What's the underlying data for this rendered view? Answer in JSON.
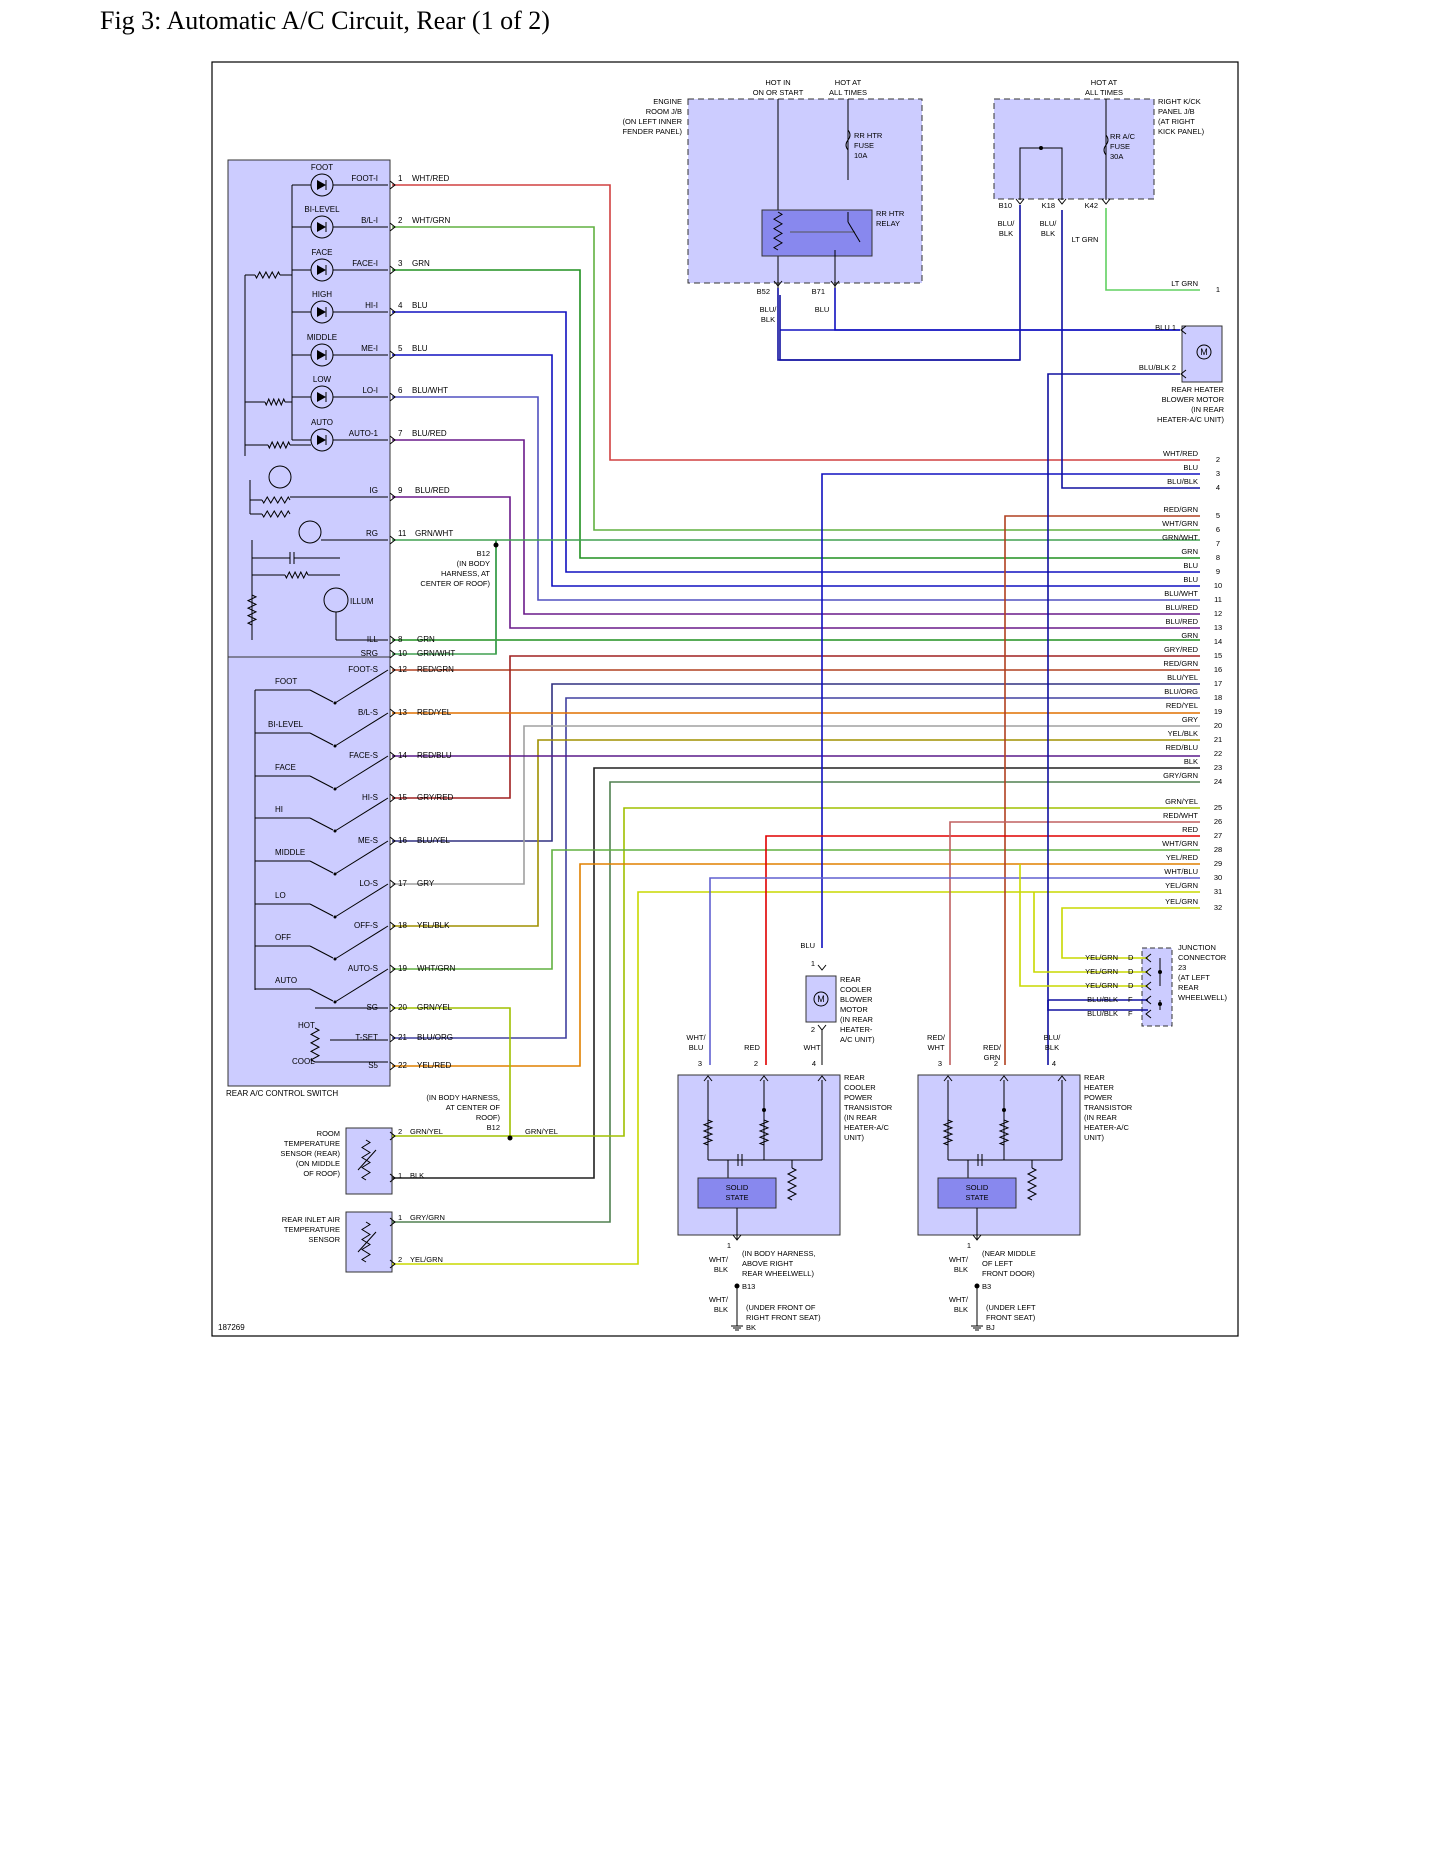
{
  "title": "Fig 3: Automatic A/C Circuit, Rear (1 of 2)",
  "figure_id": "187269",
  "colors": {
    "WHT/RED": "#d04040",
    "WHT/GRN": "#60b040",
    "GRN": "#209020",
    "BLU": "#1010c0",
    "BLU/WHT": "#5050c0",
    "BLU/RED": "#6a1a8a",
    "GRN/WHT": "#40a050",
    "RED/GRN": "#b04020",
    "RED/YEL": "#e07000",
    "RED/BLU": "#5a1a8a",
    "GRY/RED": "#a02020",
    "BLU/YEL": "#303080",
    "GRY": "#a0a0a0",
    "YEL/BLK": "#a09000",
    "GRN/YEL": "#a0c000",
    "BLU/ORG": "#4040a0",
    "YEL/RED": "#e08000",
    "GRY/GRN": "#508050",
    "BLK": "#202020",
    "BLU/BLK": "#1010a0",
    "LT GRN": "#60d060",
    "RED": "#e00000",
    "RED/WHT": "#c06060",
    "WHT/BLU": "#6060d0",
    "YEL/GRN": "#c8d800",
    "GRN/RED": "#208020",
    "YEL/BLK2": "#909000",
    "box_fill": "#ccccff",
    "box_edge": "#555577"
  },
  "switch": {
    "label": "REAR A/C CONTROL SWITCH",
    "leds": [
      {
        "name": "FOOT",
        "pin": "FOOT-I",
        "num": "1",
        "wire": "WHT/RED"
      },
      {
        "name": "BI-LEVEL",
        "pin": "B/L-I",
        "num": "2",
        "wire": "WHT/GRN"
      },
      {
        "name": "FACE",
        "pin": "FACE-I",
        "num": "3",
        "wire": "GRN"
      },
      {
        "name": "HIGH",
        "pin": "HI-I",
        "num": "4",
        "wire": "BLU"
      },
      {
        "name": "MIDDLE",
        "pin": "ME-I",
        "num": "5",
        "wire": "BLU"
      },
      {
        "name": "LOW",
        "pin": "LO-I",
        "num": "6",
        "wire": "BLU/WHT"
      },
      {
        "name": "AUTO",
        "pin": "AUTO-1",
        "num": "7",
        "wire": "BLU/RED"
      }
    ],
    "ig": {
      "pin": "IG",
      "num": "9",
      "wire": "BLU/RED"
    },
    "rg": {
      "pin": "RG",
      "num": "11",
      "wire": "GRN/WHT"
    },
    "illum": "ILLUM",
    "ill": {
      "pin": "ILL",
      "num": "8",
      "wire": "GRN"
    },
    "srg": {
      "pin": "SRG",
      "num": "10",
      "wire": "GRN/WHT"
    },
    "switches": [
      {
        "name": "FOOT",
        "pin": "FOOT-S",
        "num": "12",
        "wire": "RED/GRN"
      },
      {
        "name": "BI-LEVEL",
        "pin": "B/L-S",
        "num": "13",
        "wire": "RED/YEL"
      },
      {
        "name": "FACE",
        "pin": "FACE-S",
        "num": "14",
        "wire": "RED/BLU"
      },
      {
        "name": "HI",
        "pin": "HI-S",
        "num": "15",
        "wire": "GRY/RED"
      },
      {
        "name": "MIDDLE",
        "pin": "ME-S",
        "num": "16",
        "wire": "BLU/YEL"
      },
      {
        "name": "LO",
        "pin": "LO-S",
        "num": "17",
        "wire": "GRY"
      },
      {
        "name": "OFF",
        "pin": "OFF-S",
        "num": "18",
        "wire": "YEL/BLK"
      },
      {
        "name": "AUTO",
        "pin": "AUTO-S",
        "num": "19",
        "wire": "WHT/GRN"
      }
    ],
    "sg": {
      "pin": "SG",
      "num": "20",
      "wire": "GRN/YEL"
    },
    "tset": {
      "pin": "T-SET",
      "num": "21",
      "wire": "BLU/ORG"
    },
    "s5": {
      "pin": "S5",
      "num": "22",
      "wire": "YEL/RED"
    },
    "hot": "HOT",
    "cool": "COOL"
  },
  "b12_label": [
    "B12",
    "(IN BODY",
    "HARNESS, AT",
    "CENTER OF ROOF)"
  ],
  "b12_label2": [
    "(IN BODY HARNESS,",
    "AT CENTER OF",
    "ROOF)",
    "B12"
  ],
  "engine_jb": {
    "label": [
      "ENGINE",
      "ROOM J/B",
      "(ON LEFT INNER",
      "FENDER PANEL)"
    ],
    "hot_on": [
      "HOT IN",
      "ON OR START"
    ],
    "hot_all": [
      "HOT AT",
      "ALL TIMES"
    ],
    "fuse": [
      "RR HTR",
      "FUSE",
      "10A"
    ],
    "relay": [
      "RR HTR",
      "RELAY"
    ],
    "b52": "B52",
    "b71": "B71",
    "b52_wire": [
      "BLU/",
      "BLK"
    ],
    "b71_wire": "BLU"
  },
  "kick_jb": {
    "hot_all": [
      "HOT AT",
      "ALL TIMES"
    ],
    "label": [
      "RIGHT K/CK",
      "PANEL J/B",
      "(AT RIGHT",
      "KICK PANEL)"
    ],
    "fuse": [
      "RR A/C",
      "FUSE",
      "30A"
    ],
    "b10": "B10",
    "k18": "K18",
    "k42": "K42",
    "b10_wire": [
      "BLU/",
      "BLK"
    ],
    "k18_wire": [
      "BLU/",
      "BLK"
    ],
    "k42_wire": "LT GRN"
  },
  "blower": {
    "label": [
      "REAR HEATER",
      "BLOWER MOTOR",
      "(IN REAR",
      "HEATER-A/C UNIT)"
    ],
    "pin1": "BLU  1",
    "pin2": "BLU/BLK  2",
    "motor": "M"
  },
  "right_connector": {
    "top_wire": "LT GRN",
    "top_num": "1",
    "wires": [
      {
        "num": "2",
        "wire": "WHT/RED"
      },
      {
        "num": "3",
        "wire": "BLU"
      },
      {
        "num": "4",
        "wire": "BLU/BLK"
      },
      {
        "num": "5",
        "wire": "RED/GRN"
      },
      {
        "num": "6",
        "wire": "WHT/GRN"
      },
      {
        "num": "7",
        "wire": "GRN/WHT"
      },
      {
        "num": "8",
        "wire": "GRN"
      },
      {
        "num": "9",
        "wire": "BLU"
      },
      {
        "num": "10",
        "wire": "BLU"
      },
      {
        "num": "11",
        "wire": "BLU/WHT"
      },
      {
        "num": "12",
        "wire": "BLU/RED"
      },
      {
        "num": "13",
        "wire": "BLU/RED"
      },
      {
        "num": "14",
        "wire": "GRN"
      },
      {
        "num": "15",
        "wire": "GRY/RED"
      },
      {
        "num": "16",
        "wire": "RED/GRN"
      },
      {
        "num": "17",
        "wire": "BLU/YEL"
      },
      {
        "num": "18",
        "wire": "BLU/ORG"
      },
      {
        "num": "19",
        "wire": "RED/YEL"
      },
      {
        "num": "20",
        "wire": "GRY"
      },
      {
        "num": "21",
        "wire": "YEL/BLK"
      },
      {
        "num": "22",
        "wire": "RED/BLU"
      },
      {
        "num": "23",
        "wire": "BLK"
      },
      {
        "num": "24",
        "wire": "GRY/GRN"
      },
      {
        "num": "25",
        "wire": "GRN/YEL"
      },
      {
        "num": "26",
        "wire": "RED/WHT"
      },
      {
        "num": "27",
        "wire": "RED"
      },
      {
        "num": "28",
        "wire": "WHT/GRN"
      },
      {
        "num": "29",
        "wire": "YEL/RED"
      },
      {
        "num": "30",
        "wire": "WHT/BLU"
      },
      {
        "num": "31",
        "wire": "YEL/GRN"
      },
      {
        "num": "32",
        "wire": "YEL/GRN"
      }
    ]
  },
  "junction": {
    "label": [
      "JUNCTION",
      "CONNECTOR",
      "23",
      "(AT LEFT",
      "REAR",
      "WHEELWELL)"
    ],
    "pins": [
      {
        "wire": "YEL/GRN",
        "pin": "D"
      },
      {
        "wire": "YEL/GRN",
        "pin": "D"
      },
      {
        "wire": "YEL/GRN",
        "pin": "D"
      },
      {
        "wire": "BLU/BLK",
        "pin": "F"
      },
      {
        "wire": "BLU/BLK",
        "pin": "F"
      }
    ]
  },
  "cooler_motor": {
    "label": [
      "REAR",
      "COOLER",
      "BLOWER",
      "MOTOR",
      "(IN REAR",
      "HEATER-",
      "A/C UNIT)"
    ],
    "top_wire": "BLU",
    "pin1": "1",
    "pin2": "2",
    "motor": "M"
  },
  "cooler_transistor": {
    "label": [
      "REAR",
      "COOLER",
      "POWER",
      "TRANSISTOR",
      "(IN REAR",
      "HEATER-A/C",
      "UNIT)"
    ],
    "w3": [
      "WHT/",
      "BLU"
    ],
    "w2": "RED",
    "w4": "WHT",
    "p3": "3",
    "p2": "2",
    "p4": "4",
    "p1": "1",
    "solid": [
      "SOLID",
      "STATE"
    ],
    "gnd_wire": [
      "WHT/",
      "BLK"
    ],
    "splice": [
      "(IN BODY HARNESS,",
      "ABOVE RIGHT",
      "REAR WHEELWELL)"
    ],
    "splice_id": "B13",
    "gnd_wire2": [
      "WHT/",
      "BLK"
    ],
    "ground": [
      "(UNDER FRONT OF",
      "RIGHT FRONT SEAT)"
    ],
    "ground_id": "BK"
  },
  "heater_transistor": {
    "label": [
      "REAR",
      "HEATER",
      "POWER",
      "TRANSISTOR",
      "(IN REAR",
      "HEATER-A/C",
      "UNIT)"
    ],
    "w3": [
      "RED/",
      "WHT"
    ],
    "w2": [
      "RED/",
      "GRN"
    ],
    "w4": [
      "BLU/",
      "BLK"
    ],
    "p3": "3",
    "p2": "2",
    "p4": "4",
    "p1": "1",
    "solid": [
      "SOLID",
      "STATE"
    ],
    "gnd_wire": [
      "WHT/",
      "BLK"
    ],
    "splice": [
      "(NEAR MIDDLE",
      "OF LEFT",
      "FRONT DOOR)"
    ],
    "splice_id": "B3",
    "gnd_wire2": [
      "WHT/",
      "BLK"
    ],
    "ground": [
      "(UNDER LEFT",
      "FRONT SEAT)"
    ],
    "ground_id": "BJ"
  },
  "room_sensor": {
    "label": [
      "ROOM",
      "TEMPERATURE",
      "SENSOR (REAR)",
      "(ON MIDDLE",
      "OF ROOF)"
    ],
    "p2": "2",
    "w2": "GRN/YEL",
    "p1": "1",
    "w1": "BLK",
    "splice_wire": "GRN/YEL"
  },
  "inlet_sensor": {
    "label": [
      "REAR INLET AIR",
      "TEMPERATURE",
      "SENSOR"
    ],
    "p1": "1",
    "w1": "GRY/GRN",
    "p2": "2",
    "w2": "YEL/GRN"
  }
}
